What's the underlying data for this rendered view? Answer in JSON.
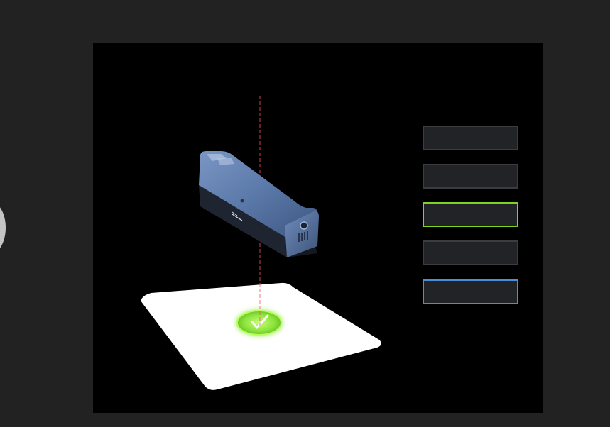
{
  "viewer": {
    "laser_color": "#ff4d6d",
    "success_color": "#8be33a",
    "check_icon": "check-icon"
  },
  "options": [
    {
      "label": "",
      "state": "default"
    },
    {
      "label": "",
      "state": "default"
    },
    {
      "label": "",
      "state": "selected",
      "border_color": "#7ed321"
    },
    {
      "label": "",
      "state": "default"
    },
    {
      "label": "",
      "state": "info",
      "border_color": "#4a90d9"
    }
  ],
  "colors": {
    "page_bg": "#222222",
    "stage_bg": "#000000",
    "scanner_body": "#5a78a8",
    "option_bg": "#222327"
  }
}
